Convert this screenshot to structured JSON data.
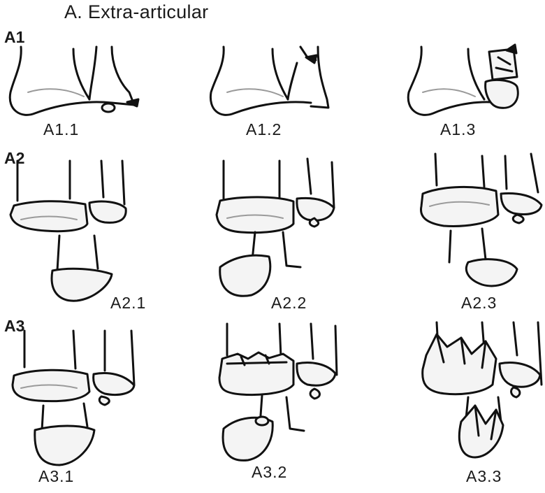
{
  "title": "A. Extra-articular",
  "rows": [
    {
      "label": "A1",
      "captions": [
        "A1.1",
        "A1.2",
        "A1.3"
      ]
    },
    {
      "label": "A2",
      "captions": [
        "A2.1",
        "A2.2",
        "A2.3"
      ]
    },
    {
      "label": "A3",
      "captions": [
        "A3.1",
        "A3.2",
        "A3.3"
      ]
    }
  ]
}
